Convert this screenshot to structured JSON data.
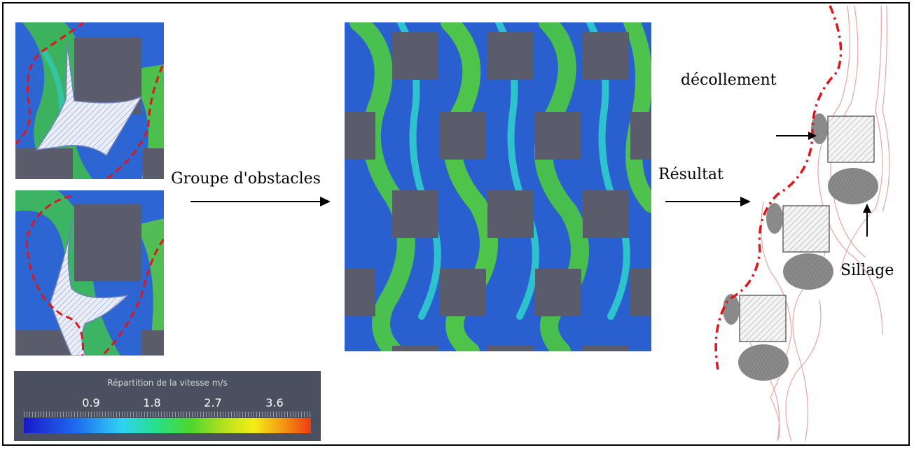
{
  "labels": {
    "group": "Groupe d'obstacles",
    "result": "Résultat",
    "separation": "décollement",
    "wake": "Sillage"
  },
  "scale": {
    "title": "Répartition de la vitesse m/s",
    "ticks": [
      "0.9",
      "1.8",
      "2.7",
      "3.6"
    ]
  },
  "colors": {
    "obstacle": "#5b5c6b",
    "flow_low": "#1f5fd4",
    "flow_high": "#4fd23a",
    "dashed_line": "#e0141b"
  },
  "icons": {
    "arrow": "right-arrow",
    "up_arrow": "up-arrow"
  }
}
